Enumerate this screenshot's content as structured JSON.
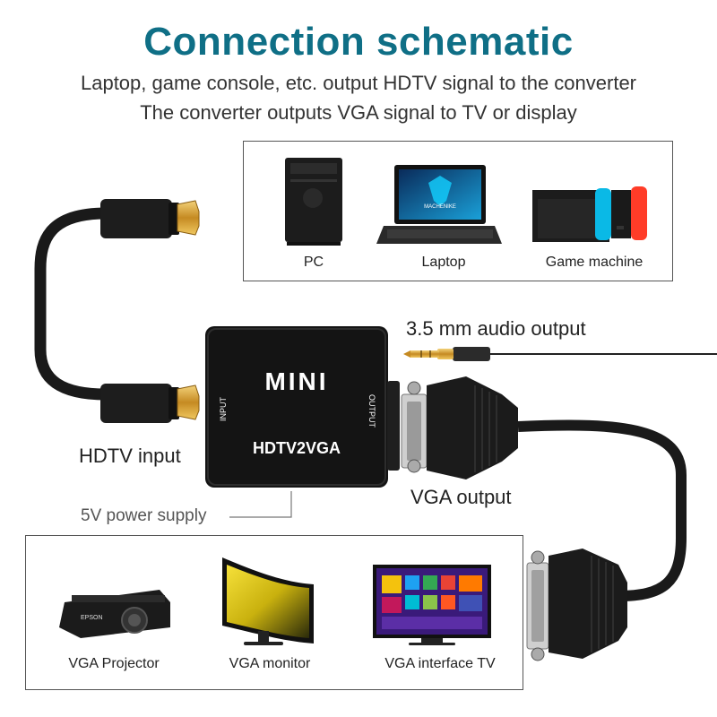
{
  "title": "Connection schematic",
  "subtitle_line1": "Laptop, game console, etc. output HDTV signal to the converter",
  "subtitle_line2": "The converter outputs VGA signal to TV or display",
  "source_devices": {
    "pc": "PC",
    "laptop": "Laptop",
    "game": "Game machine",
    "laptop_screen_text": "MACHENIKE"
  },
  "output_devices": {
    "projector": "VGA Projector",
    "monitor": "VGA monitor",
    "tv": "VGA interface TV",
    "projector_brand": "EPSON"
  },
  "converter": {
    "brand": "MINI",
    "model": "HDTV2VGA",
    "input_port": "INPUT",
    "output_port": "OUTPUT"
  },
  "callouts": {
    "audio": "3.5 mm audio output",
    "hdtv_input": "HDTV input",
    "vga_output": "VGA output",
    "power": "5V power supply"
  },
  "colors": {
    "title": "#0f6f86",
    "device_black": "#151515",
    "gold": "#d9a43a"
  }
}
